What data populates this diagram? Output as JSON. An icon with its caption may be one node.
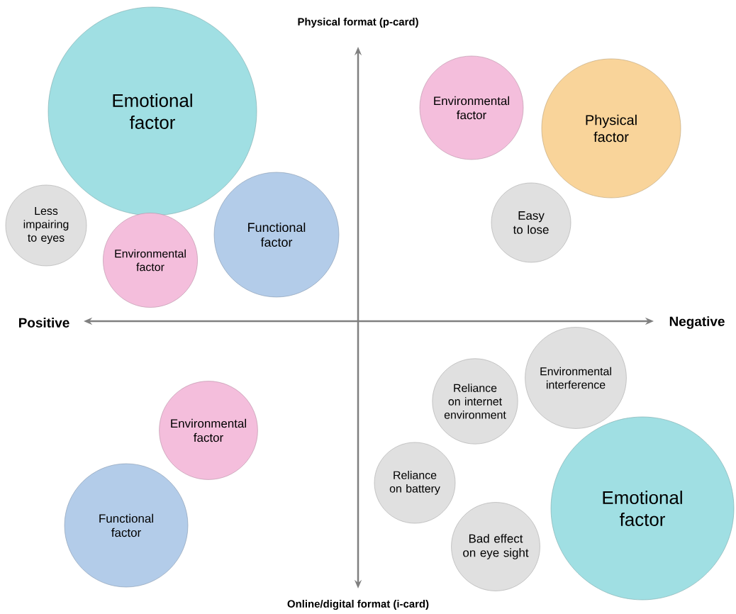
{
  "diagram": {
    "nodes": [
      {
        "text": [
          "Emotional factor"
        ]
      },
      {
        "text": [
          "Less impairing to eyes"
        ]
      },
      {
        "text": [
          "Environmental factor"
        ]
      },
      {
        "text": [
          "Functional factor"
        ]
      },
      {
        "text": [
          "Environmental factor"
        ]
      },
      {
        "text": [
          "Physical factor"
        ]
      },
      {
        "text": [
          "Easy to lose"
        ]
      },
      {
        "text": [
          "Environmental factor"
        ]
      },
      {
        "text": [
          "Functional factor"
        ]
      },
      {
        "text": [
          "Reliance on internet environment"
        ]
      },
      {
        "text": [
          "Environmental interference"
        ]
      },
      {
        "text": [
          "Reliance on battery"
        ]
      },
      {
        "text": [
          "Bad effect on eye sight"
        ]
      },
      {
        "text": [
          "Emotional factor"
        ]
      }
    ],
    "labels": [
      "Physical format (p-card)",
      "Positive",
      "Negative",
      "Online/digital format (i-card)"
    ]
  }
}
